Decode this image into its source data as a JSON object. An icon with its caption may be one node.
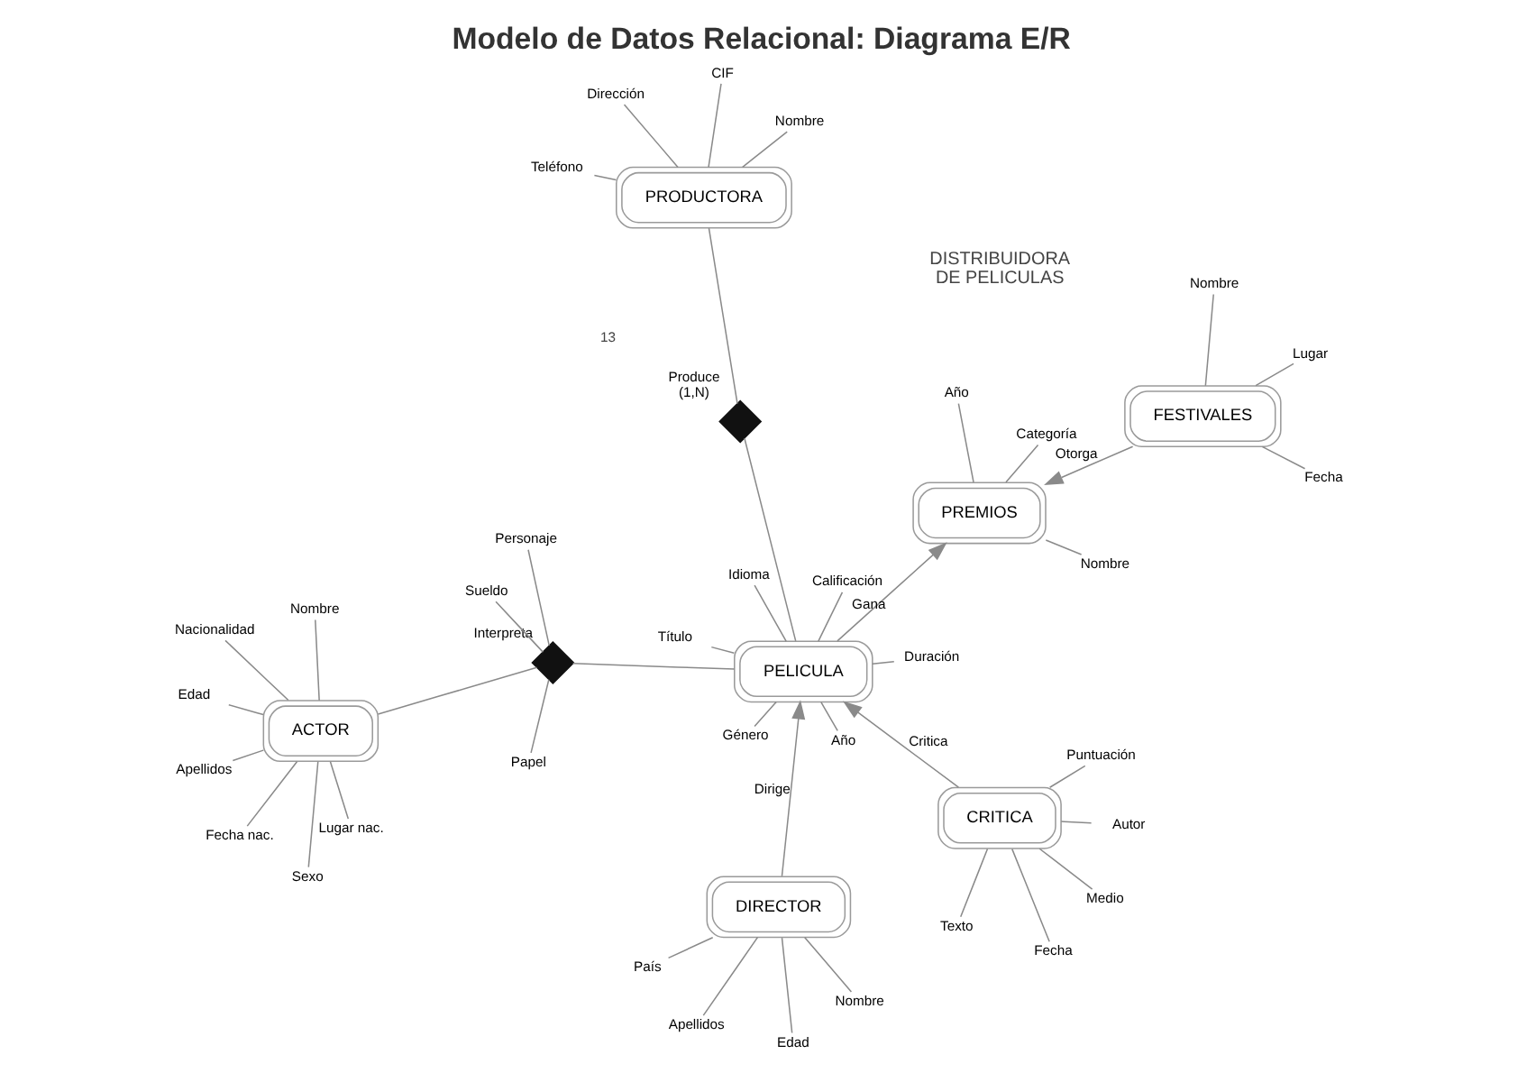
{
  "diagram": {
    "title": "Modelo de Datos Relacional: Diagrama E/R",
    "nodes": [
      {
        "text": [
          "Nombre"
        ]
      },
      {
        "text": [
          "Apellidos"
        ]
      },
      {
        "text": [
          "Sexo"
        ]
      },
      {
        "text": [
          "Edad"
        ]
      },
      {
        "text": [
          "Nacionalidad"
        ]
      },
      {
        "text": [
          "Fecha nac."
        ]
      },
      {
        "text": [
          "Lugar nac."
        ]
      },
      {
        "text": [
          "ACTOR"
        ]
      },
      {
        "text": [
          "Título"
        ]
      },
      {
        "text": [
          "Año"
        ]
      },
      {
        "text": [
          "Duración"
        ]
      },
      {
        "text": [
          "Idioma"
        ]
      },
      {
        "text": [
          "Género"
        ]
      },
      {
        "text": [
          "Calificación"
        ]
      },
      {
        "text": [
          "Nombre"
        ]
      },
      {
        "text": [
          "Dirección"
        ]
      },
      {
        "text": [
          "CIF"
        ]
      },
      {
        "text": [
          "Teléfono"
        ]
      },
      {
        "text": [
          "Personaje"
        ]
      },
      {
        "text": [
          "Papel"
        ]
      },
      {
        "text": [
          "Sueldo"
        ]
      },
      {
        "text": [],
        "shape": "diamond",
        "beside": [
          "Interpreta"
        ]
      },
      {
        "text": [
          "Nombre"
        ]
      },
      {
        "text": [
          "Lugar"
        ]
      },
      {
        "text": [
          "Fecha"
        ]
      },
      {
        "text": [
          "PRODUCTORA"
        ]
      },
      {
        "text": [],
        "shape": "diamond",
        "beside": [
          "Produce",
          "(1,N)"
        ]
      },
      {
        "text": [
          "PELICULA"
        ]
      },
      {
        "text": [
          "PREMIOS"
        ]
      },
      {
        "text": [
          "FESTIVALES"
        ]
      },
      {
        "text": [
          "Nombre"
        ]
      },
      {
        "text": [
          "Categoría"
        ]
      },
      {
        "text": [
          "Año"
        ]
      },
      {
        "text": [
          "DIRECTOR"
        ]
      },
      {
        "text": [
          "CRITICA"
        ]
      },
      {
        "text": [
          "Medio"
        ]
      },
      {
        "text": [
          "Autor"
        ]
      },
      {
        "text": [
          "Fecha"
        ]
      },
      {
        "text": [
          "Puntuación"
        ]
      },
      {
        "text": [
          "Texto"
        ]
      },
      {
        "text": [
          "Nombre"
        ]
      },
      {
        "text": [
          "Apellidos"
        ]
      },
      {
        "text": [
          "País"
        ]
      },
      {
        "text": [
          "Edad"
        ]
      }
    ],
    "edges": [
      {
        "from": 0,
        "to": 7,
        "arrow": "none"
      },
      {
        "from": 1,
        "to": 7,
        "arrow": "none"
      },
      {
        "from": 2,
        "to": 7,
        "arrow": "none"
      },
      {
        "from": 3,
        "to": 7,
        "arrow": "none"
      },
      {
        "from": 4,
        "to": 7,
        "arrow": "none"
      },
      {
        "from": 5,
        "to": 7,
        "arrow": "none"
      },
      {
        "from": 6,
        "to": 7,
        "arrow": "none"
      },
      {
        "from": 7,
        "to": 21,
        "arrow": "none"
      },
      {
        "from": 18,
        "to": 21,
        "arrow": "none"
      },
      {
        "from": 19,
        "to": 21,
        "arrow": "none"
      },
      {
        "from": 20,
        "to": 21,
        "arrow": "none"
      },
      {
        "from": 21,
        "to": 27,
        "arrow": "none"
      },
      {
        "from": 8,
        "to": 27,
        "arrow": "none"
      },
      {
        "from": 9,
        "to": 27,
        "arrow": "none"
      },
      {
        "from": 10,
        "to": 27,
        "arrow": "none"
      },
      {
        "from": 11,
        "to": 27,
        "arrow": "none"
      },
      {
        "from": 12,
        "to": 27,
        "arrow": "none"
      },
      {
        "from": 13,
        "to": 27,
        "arrow": "none"
      },
      {
        "from": 14,
        "to": 25,
        "arrow": "none"
      },
      {
        "from": 15,
        "to": 25,
        "arrow": "none"
      },
      {
        "from": 16,
        "to": 25,
        "arrow": "none"
      },
      {
        "from": 17,
        "to": 25,
        "arrow": "none"
      },
      {
        "from": 22,
        "to": 29,
        "arrow": "none"
      },
      {
        "from": 23,
        "to": 29,
        "arrow": "none"
      },
      {
        "from": 24,
        "to": 29,
        "arrow": "none"
      },
      {
        "from": 25,
        "to": 26,
        "arrow": "none"
      },
      {
        "from": 26,
        "to": 27,
        "arrow": "none"
      },
      {
        "from": 27,
        "to": 28,
        "arrow": "to",
        "label": "Gana"
      },
      {
        "from": 29,
        "to": 28,
        "arrow": "to",
        "label": "Otorga"
      },
      {
        "from": 28,
        "to": 30,
        "arrow": "none"
      },
      {
        "from": 28,
        "to": 31,
        "arrow": "none"
      },
      {
        "from": 28,
        "to": 32,
        "arrow": "none"
      },
      {
        "from": 33,
        "to": 27,
        "arrow": "to",
        "label": "Dirige"
      },
      {
        "from": 34,
        "to": 27,
        "arrow": "to",
        "label": "Critica"
      },
      {
        "from": 34,
        "to": 35,
        "arrow": "none"
      },
      {
        "from": 34,
        "to": 36,
        "arrow": "none"
      },
      {
        "from": 34,
        "to": 37,
        "arrow": "none"
      },
      {
        "from": 34,
        "to": 38,
        "arrow": "none"
      },
      {
        "from": 34,
        "to": 39,
        "arrow": "none"
      },
      {
        "from": 33,
        "to": 40,
        "arrow": "none"
      },
      {
        "from": 33,
        "to": 41,
        "arrow": "none"
      },
      {
        "from": 33,
        "to": 42,
        "arrow": "none"
      },
      {
        "from": 33,
        "to": 43,
        "arrow": "none"
      }
    ],
    "labels": [
      "DISTRIBUIDORA DE PELICULAS",
      "13"
    ]
  }
}
